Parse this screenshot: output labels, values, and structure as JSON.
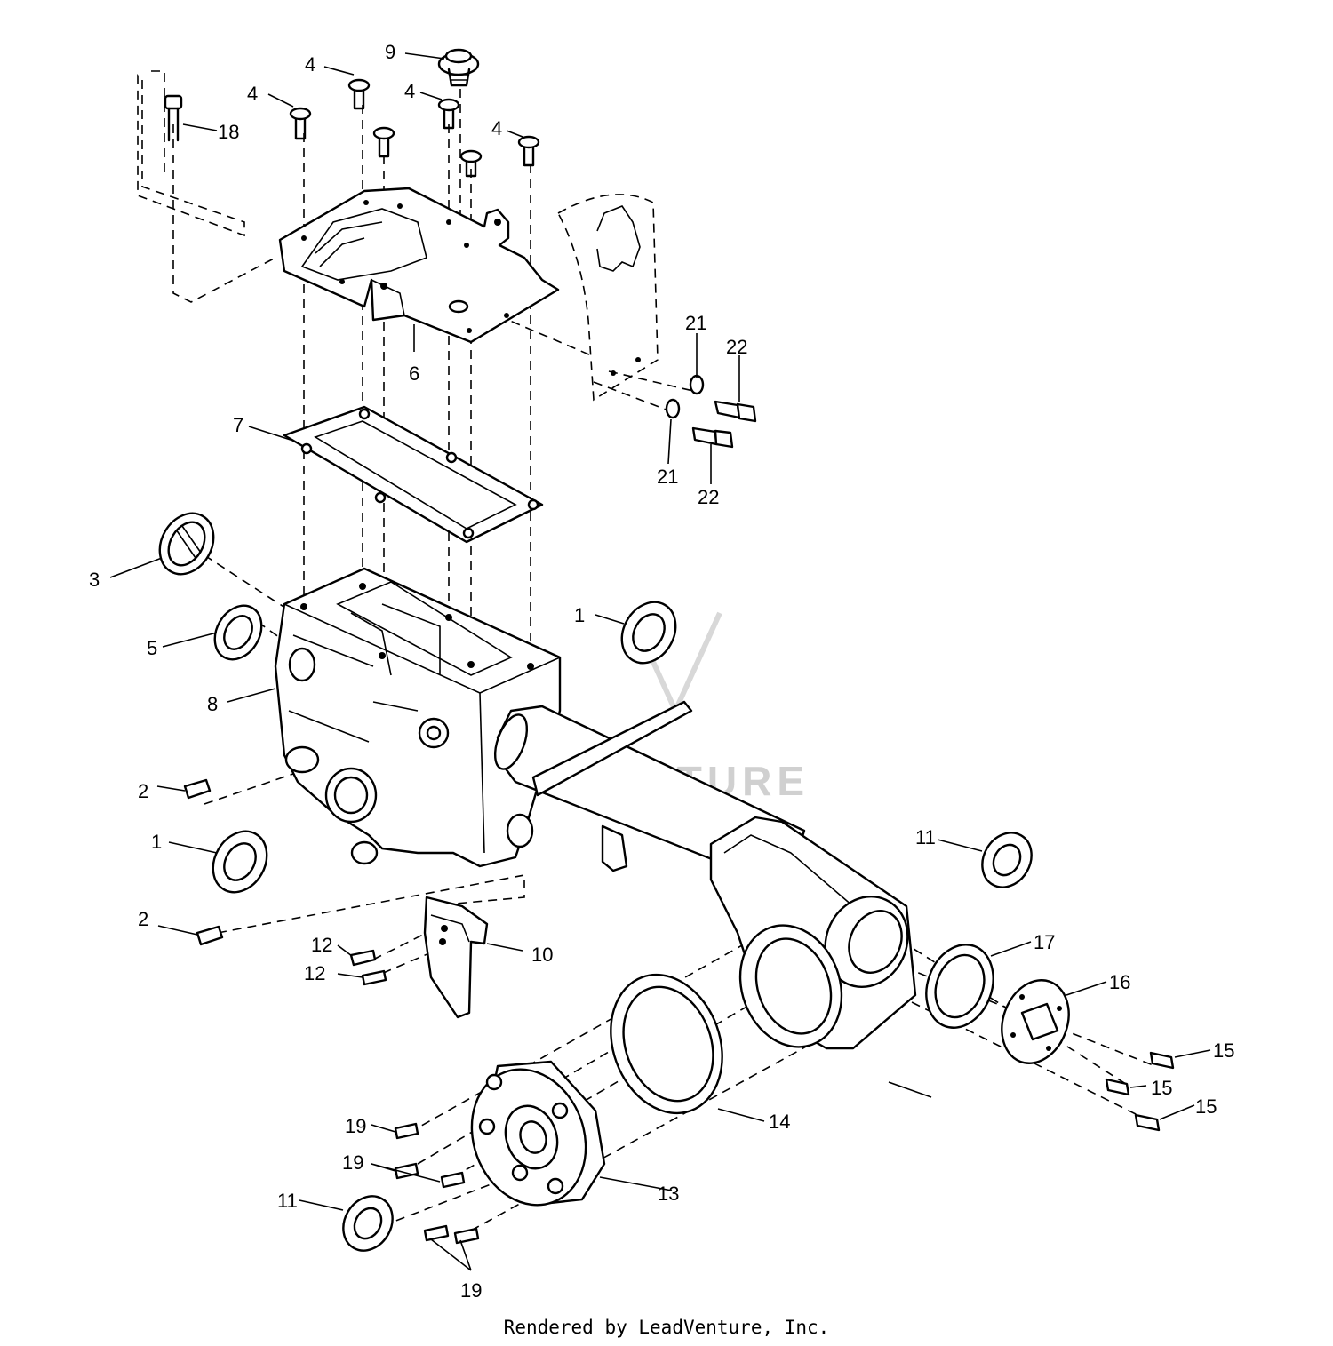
{
  "watermark": "LEADVENTURE",
  "footer": "Rendered by LeadVenture, Inc.",
  "callouts": [
    {
      "id": "c1",
      "label": "1"
    },
    {
      "id": "c1b",
      "label": "1"
    },
    {
      "id": "c2",
      "label": "2"
    },
    {
      "id": "c2b",
      "label": "2"
    },
    {
      "id": "c3",
      "label": "3"
    },
    {
      "id": "c4a",
      "label": "4"
    },
    {
      "id": "c4b",
      "label": "4"
    },
    {
      "id": "c4c",
      "label": "4"
    },
    {
      "id": "c4d",
      "label": "4"
    },
    {
      "id": "c5",
      "label": "5"
    },
    {
      "id": "c6",
      "label": "6"
    },
    {
      "id": "c7",
      "label": "7"
    },
    {
      "id": "c8",
      "label": "8"
    },
    {
      "id": "c9",
      "label": "9"
    },
    {
      "id": "c10",
      "label": "10"
    },
    {
      "id": "c11a",
      "label": "11"
    },
    {
      "id": "c11b",
      "label": "11"
    },
    {
      "id": "c12a",
      "label": "12"
    },
    {
      "id": "c12b",
      "label": "12"
    },
    {
      "id": "c13",
      "label": "13"
    },
    {
      "id": "c14",
      "label": "14"
    },
    {
      "id": "c15a",
      "label": "15"
    },
    {
      "id": "c15b",
      "label": "15"
    },
    {
      "id": "c15c",
      "label": "15"
    },
    {
      "id": "c16",
      "label": "16"
    },
    {
      "id": "c17",
      "label": "17"
    },
    {
      "id": "c18",
      "label": "18"
    },
    {
      "id": "c19a",
      "label": "19"
    },
    {
      "id": "c19b",
      "label": "19"
    },
    {
      "id": "c19c",
      "label": "19"
    },
    {
      "id": "c21a",
      "label": "21"
    },
    {
      "id": "c21b",
      "label": "21"
    },
    {
      "id": "c22a",
      "label": "22"
    },
    {
      "id": "c22b",
      "label": "22"
    }
  ]
}
